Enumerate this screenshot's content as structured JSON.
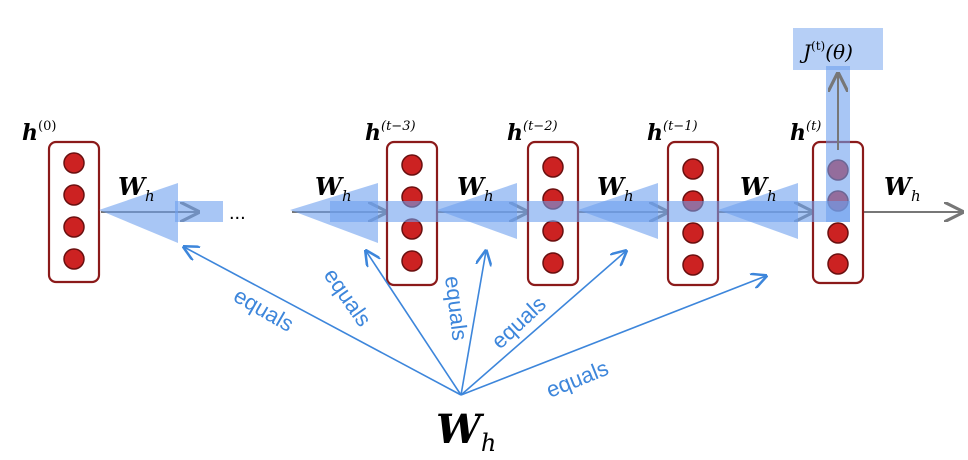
{
  "hidden_states": [
    {
      "label": "h",
      "sup": "(0)"
    },
    {
      "label": "h",
      "sup": "(t−3)"
    },
    {
      "label": "h",
      "sup": "(t−2)"
    },
    {
      "label": "h",
      "sup": "(t−1)"
    },
    {
      "label": "h",
      "sup": "(t)"
    }
  ],
  "weight_labels": [
    {
      "label": "W",
      "sub": "h"
    },
    {
      "label": "W",
      "sub": "h"
    },
    {
      "label": "W",
      "sub": "h"
    },
    {
      "label": "W",
      "sub": "h"
    },
    {
      "label": "W",
      "sub": "h"
    },
    {
      "label": "W",
      "sub": "h"
    }
  ],
  "ellipsis": "...",
  "loss": {
    "label": "J",
    "sup": "(t)",
    "arg": "(θ)"
  },
  "shared_weight": {
    "label": "W",
    "sub": "h"
  },
  "equals_labels": [
    "equals",
    "equals",
    "equals",
    "equals",
    "equals"
  ],
  "colors": {
    "cell_border": "#8b1a1a",
    "neuron_fill": "#cc2222",
    "gradient_blue": "#6ea0ee",
    "equals_blue": "#3d86db",
    "arrow_gray": "#777777"
  }
}
